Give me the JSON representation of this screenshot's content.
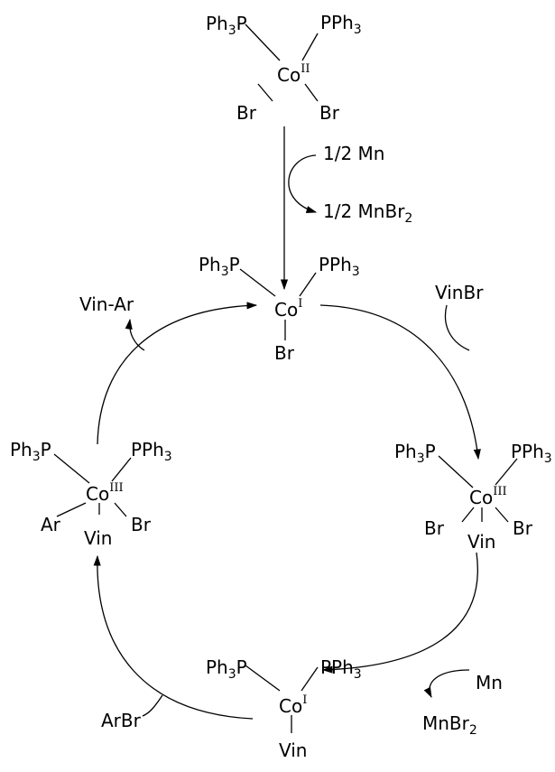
{
  "ligands": {
    "ph3": "Ph",
    "ph3_sub": "3",
    "p": "P",
    "pph3": "PPh",
    "br": "Br",
    "ar": "Ar",
    "vin": "Vin"
  },
  "metal": {
    "co": "Co",
    "ox_I": "I",
    "ox_II": "II",
    "ox_III": "III"
  },
  "reagents": {
    "half_mn": "1/2 Mn",
    "half_mnbr": "1/2 MnBr",
    "half_mnbr_sub": "2",
    "vinbr": "VinBr",
    "mn": "Mn",
    "mnbr": "MnBr",
    "mnbr_sub": "2",
    "arbr": "ArBr",
    "vin_ar": "Vin-Ar"
  }
}
